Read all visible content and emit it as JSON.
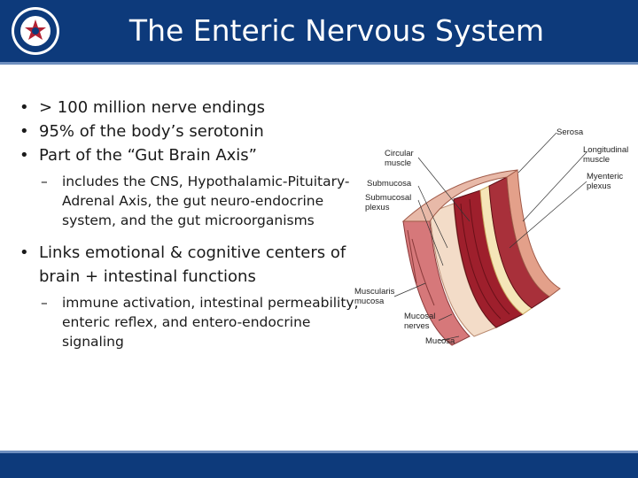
{
  "slide": {
    "title": "The Enteric Nervous System",
    "bullets": [
      "> 100 million nerve endings",
      "95% of the body’s serotonin",
      "Part of the “Gut Brain Axis”"
    ],
    "sub_bullets_1": [
      "includes the CNS, Hypothalamic-Pituitary- Adrenal Axis, the gut neuro-endocrine system, and the gut microorganisms"
    ],
    "bullets_2": [
      "Links emotional & cognitive centers of brain + intestinal functions"
    ],
    "sub_bullets_2": [
      "immune activation, intestinal permeability, enteric reflex, and entero-endocrine signaling"
    ]
  },
  "diagram": {
    "labels": {
      "serosa": "Serosa",
      "circular_muscle": "Circular\nmuscle",
      "longitudinal_muscle": "Longitudinal\nmuscle",
      "submucosa": "Submucosa",
      "myenteric_plexus": "Myenteric\nplexus",
      "submucosal_plexus": "Submucosal\nplexus",
      "muscularis_mucosa": "Muscularis\nmucosa",
      "mucosal_nerves": "Mucosal\nnerves",
      "mucosa": "Mucosa"
    }
  },
  "colors": {
    "header": "#0d3a7b",
    "stripe": "#6f8fbf",
    "muscle": "#9e1f2c",
    "serosa": "#e3a08a",
    "submucosa": "#f3dcc8",
    "mucosa": "#d6787a"
  },
  "icons": [
    "va-seal-icon"
  ]
}
